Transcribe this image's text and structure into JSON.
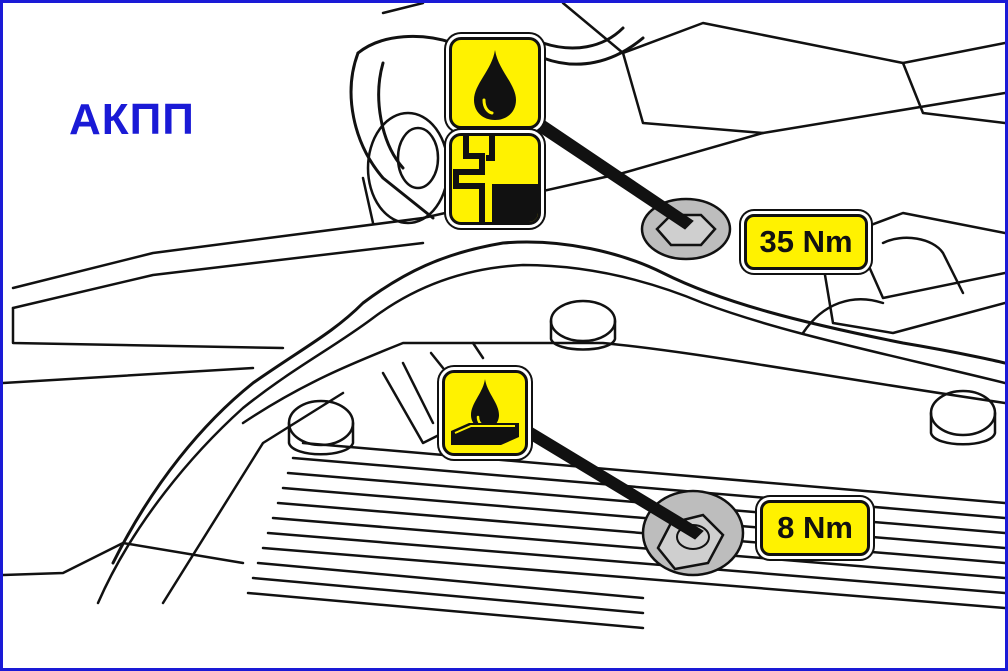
{
  "title": "АКПП",
  "callouts": {
    "fill_plug_torque": "35 Nm",
    "drain_plug_torque": "8 Nm"
  },
  "icons": {
    "fill": "oil-drop-icon",
    "level": "fluid-level-check-icon",
    "drain": "oil-drain-icon"
  },
  "colors": {
    "frame": "#1a1ad6",
    "title": "#1a1ad6",
    "label_background": "#fff200",
    "plug": "#bdbdbd"
  }
}
